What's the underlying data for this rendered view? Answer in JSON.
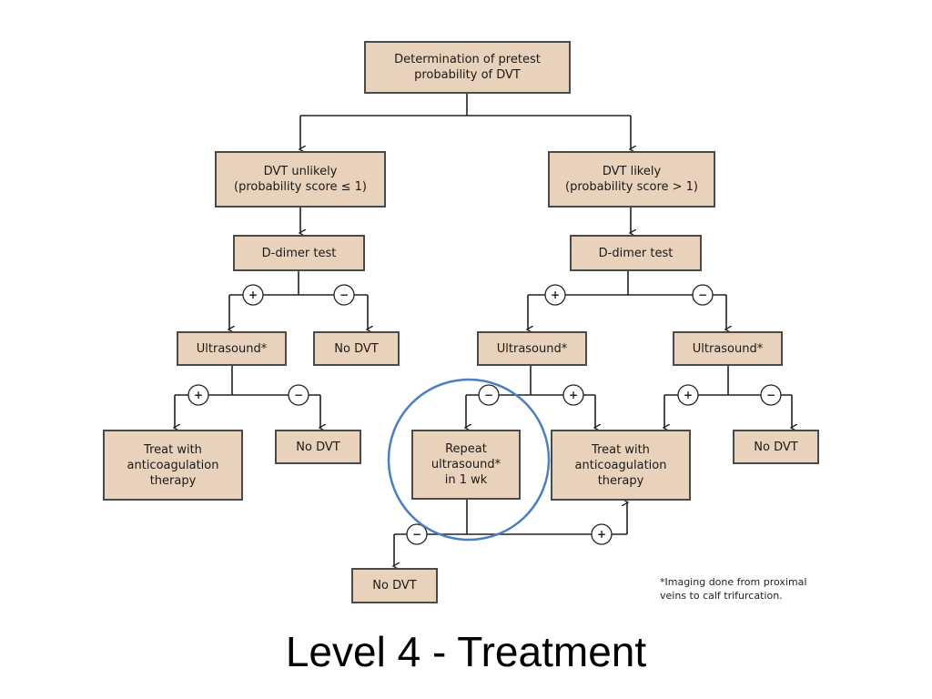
{
  "nodes": {
    "pretest": "Determination of pretest\nprobability of DVT",
    "unlikely": "DVT unlikely\n(probability score ≤ 1)",
    "likely": "DVT likely\n(probability score > 1)",
    "ddimer_left": "D-dimer test",
    "ddimer_right": "D-dimer test",
    "us_left": "Ultrasound*",
    "nodvt_left_d": "No DVT",
    "us_right_pos": "Ultrasound*",
    "us_right_neg": "Ultrasound*",
    "treat_left": "Treat with\nanticoagulation\ntherapy",
    "nodvt_left_us": "No DVT",
    "repeat": "Repeat\nultrasound*\nin 1 wk",
    "treat_center": "Treat with\nanticoagulation\ntherapy",
    "nodvt_right": "No DVT",
    "nodvt_bottom": "No DVT"
  },
  "signs": {
    "positive": "+",
    "negative": "−"
  },
  "footnote": "*Imaging done from proximal\nveins to calf trifurcation.",
  "slide_title": "Level 4 - Treatment",
  "colors": {
    "box_fill": "#e9d2bb",
    "highlight_circle": "#4a7fc1"
  }
}
